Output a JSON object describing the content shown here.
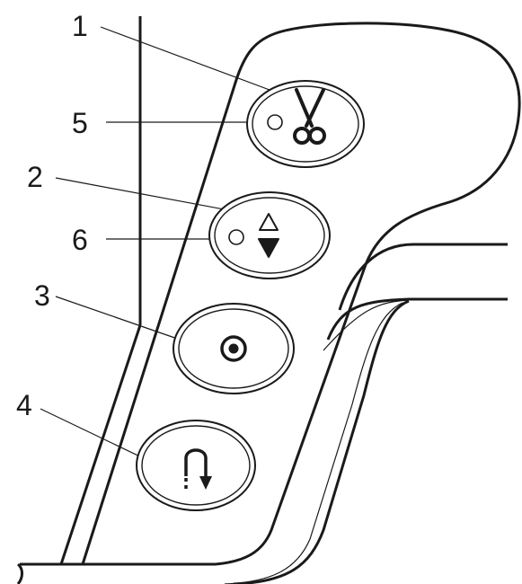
{
  "callouts": [
    {
      "id": "c1",
      "label": "1"
    },
    {
      "id": "c5",
      "label": "5"
    },
    {
      "id": "c2",
      "label": "2"
    },
    {
      "id": "c6",
      "label": "6"
    },
    {
      "id": "c3",
      "label": "3"
    },
    {
      "id": "c4",
      "label": "4"
    }
  ],
  "buttons": [
    {
      "name": "thread-cutter-button",
      "icon": "scissors-icon"
    },
    {
      "name": "needle-position-button",
      "icon": "needle-up-down-icon"
    },
    {
      "name": "start-stop-button",
      "icon": "start-stop-icon"
    },
    {
      "name": "reverse-stitch-button",
      "icon": "reverse-stitch-icon"
    }
  ],
  "indicators": [
    "thread-cutter-led",
    "needle-position-led"
  ],
  "colors": {
    "ink": "#1a1a1a",
    "background": "#ffffff"
  }
}
